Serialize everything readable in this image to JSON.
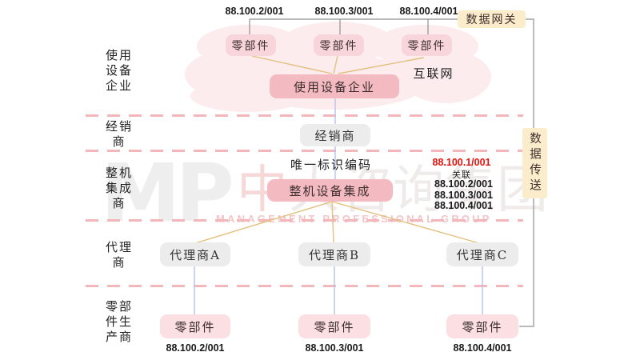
{
  "left_labels": [
    "使用\n设备\n企业",
    "经销\n商",
    "整机\n集成\n商",
    "代理\n商",
    "零部\n件生\n产商"
  ],
  "top": {
    "ids": [
      "88.100.2/001",
      "88.100.3/001",
      "88.100.4/001"
    ],
    "parts": [
      "零部件",
      "零部件",
      "零部件"
    ],
    "gateway": "数据网关",
    "internet": "互联网",
    "enterprise": "使用设备企业"
  },
  "middle": {
    "dealer": "经销商",
    "unique_code": "唯一标识编码",
    "integrator": "整机设备集成",
    "primary_id": "88.100.1/001",
    "association_label": "关联",
    "linked_ids": [
      "88.100.2/001",
      "88.100.3/001",
      "88.100.4/001"
    ],
    "transfer": "数据传送"
  },
  "agents": [
    "代理商A",
    "代理商B",
    "代理商C"
  ],
  "bottom": {
    "parts": [
      "零部件",
      "零部件",
      "零部件"
    ],
    "ids": [
      "88.100.2/001",
      "88.100.3/001",
      "88.100.4/001"
    ]
  },
  "watermark": {
    "logo": "MP",
    "cn_first": "中",
    "cn_rest": "大咨询集团",
    "en": "MANAGEMENT PROFESSIONAL GROUP"
  },
  "colors": {
    "pink_box": "#f3bac1",
    "pink_light_top": "#f8d5da",
    "pink_light_bottom": "#fbdfe2",
    "gray_box": "#ececec",
    "cream_box": "#fbeccb",
    "line_tan": "#e3c07e",
    "line_blue": "#b7c3e6",
    "line_gray": "#8f8f8f",
    "dash_pink": "#f3b7bb",
    "red_text": "#e8120c",
    "cloud": "#fcecee"
  }
}
